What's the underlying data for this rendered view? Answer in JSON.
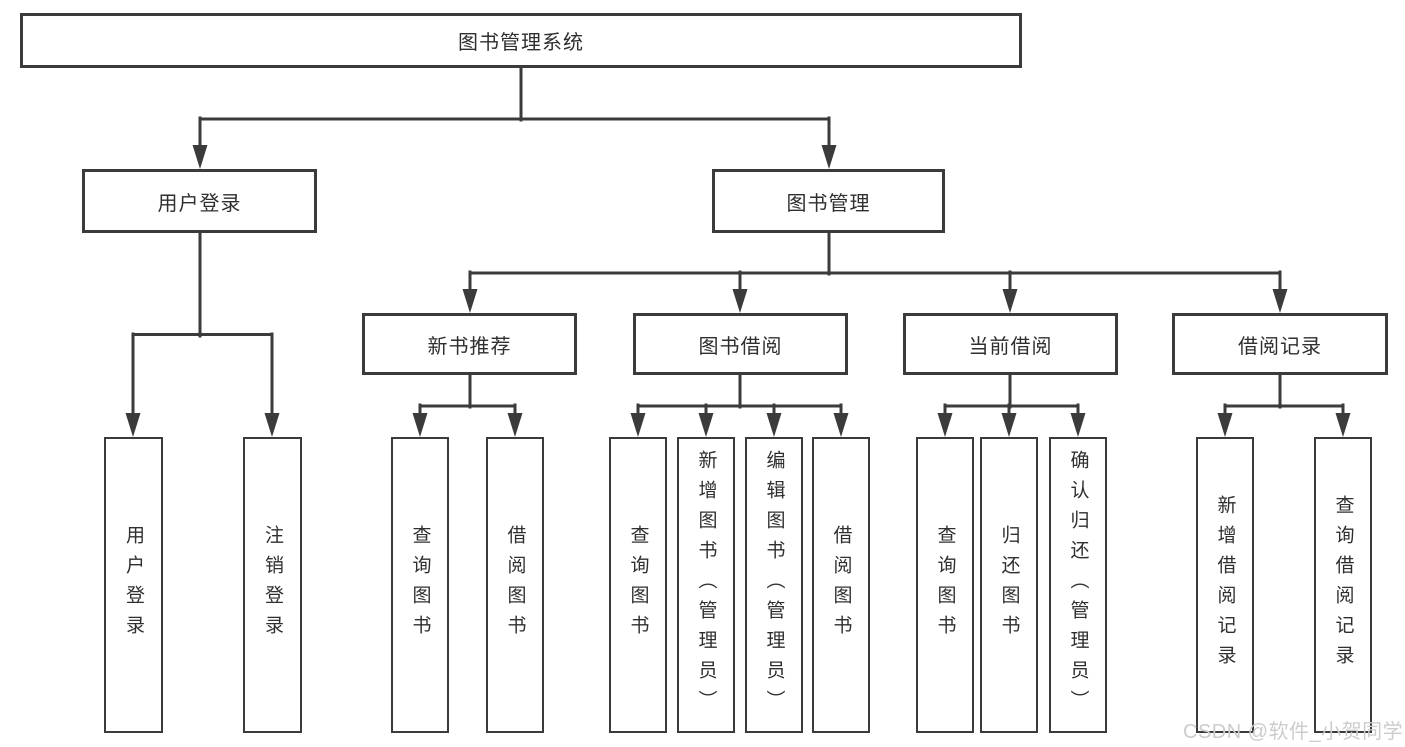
{
  "diagram": {
    "root": {
      "label": "图书管理系统"
    },
    "level2": [
      {
        "id": "user-login",
        "label": "用户登录"
      },
      {
        "id": "book-management",
        "label": "图书管理"
      }
    ],
    "level3": [
      {
        "id": "new-book-recommend",
        "label": "新书推荐"
      },
      {
        "id": "book-borrowing",
        "label": "图书借阅"
      },
      {
        "id": "current-borrowing",
        "label": "当前借阅"
      },
      {
        "id": "borrowing-records",
        "label": "借阅记录"
      }
    ],
    "leaves": {
      "user_login": [
        {
          "label": "用户登录"
        },
        {
          "label": "注销登录"
        }
      ],
      "new_book_recommend": [
        {
          "label": "查询图书"
        },
        {
          "label": "借阅图书"
        }
      ],
      "book_borrowing": [
        {
          "label": "查询图书"
        },
        {
          "label": "新增图书（管理员）"
        },
        {
          "label": "编辑图书（管理员）"
        },
        {
          "label": "借阅图书"
        }
      ],
      "current_borrowing": [
        {
          "label": "查询图书"
        },
        {
          "label": "归还图书"
        },
        {
          "label": "确认归还（管理员）"
        }
      ],
      "borrowing_records": [
        {
          "label": "新增借阅记录"
        },
        {
          "label": "查询借阅记录"
        }
      ]
    }
  },
  "watermark": {
    "text": "CSDN @软件_小贺同学"
  },
  "colors": {
    "line": "#3b3b3b",
    "box_border": "#3b3b3b",
    "box_fill": "#ffffff",
    "text": "#2f2f2f",
    "watermark": "#cccccc",
    "background": "#ffffff"
  }
}
